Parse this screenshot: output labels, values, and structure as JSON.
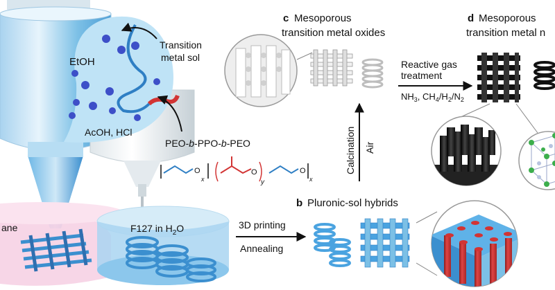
{
  "panel_labels": {
    "b": "b",
    "c": "c",
    "d": "d"
  },
  "titles": {
    "c_line1": "Mesoporous",
    "c_line2": "transition metal oxides",
    "d_line1": "Mesoporous",
    "d_line2": "transition metal n",
    "b": "Pluronic-sol hybrids"
  },
  "sol_labels": {
    "etoh": "EtOH",
    "acid": "AcOH, HCl",
    "transition_line1": "Transition",
    "transition_line2": "metal sol"
  },
  "polymer": {
    "name_pre": "PEO-",
    "name_b1": "b",
    "name_mid": "-PPO-",
    "name_b2": "b",
    "name_post": "-PEO",
    "o1": "O",
    "o2": "O",
    "o3": "O",
    "sub_x1": "x",
    "sub_y": "y",
    "sub_x2": "x"
  },
  "gas": {
    "line1": "Reactive gas",
    "line2": "treatment",
    "formula_base": "NH",
    "formula_sub3": "3",
    "formula_rest": ", CH",
    "formula_sub4": "4",
    "formula_h": "/H",
    "formula_sub2a": "2",
    "formula_n": "/N",
    "formula_sub2b": "2"
  },
  "calc": {
    "calcination": "Calcination",
    "air": "Air"
  },
  "print": {
    "printing": "3D printing",
    "annealing": "Annealing"
  },
  "dish": {
    "f127_base": "F127 in H",
    "f127_sub": "2",
    "f127_tail": "O",
    "hexane_fragment": "ane"
  },
  "colors": {
    "blue_light": "#cfe8f7",
    "blue_mid": "#7cc0e6",
    "blue_dark": "#3b8fcf",
    "helix_blue": "#4aa3e0",
    "chain_blue": "#2f7fc4",
    "chain_red": "#d23434",
    "dot_blue": "#3d4fc8",
    "pink": "#f6cfe3",
    "black": "#111111",
    "gray_cube": "#d9d9d9",
    "green": "#3cae4c"
  }
}
